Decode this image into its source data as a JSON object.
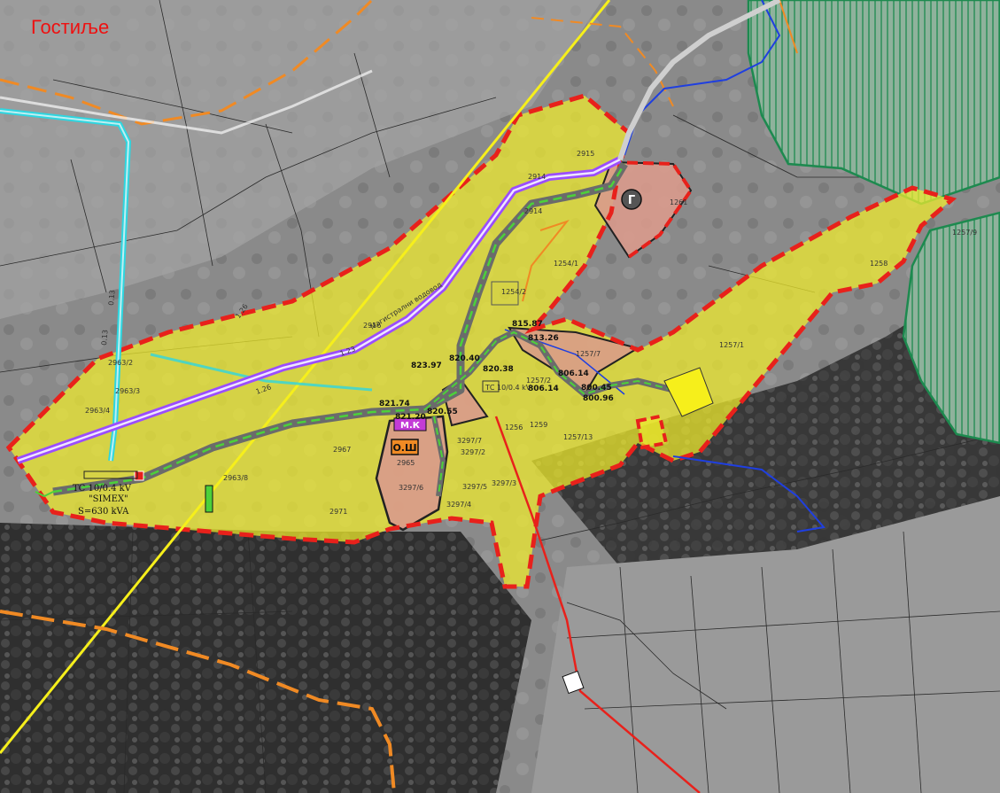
{
  "map": {
    "place_name": "Гостиље",
    "colors": {
      "boundary": "#e8211b",
      "zone_fill": "#f2ee2c",
      "public_fill": "#d99a8c",
      "forest_hatch": "#1d8a4f",
      "road_green": "#4cd13a",
      "water_main": "#9b4dff",
      "power_line": "#f6ef1b",
      "cyan_line": "#2ed6e0",
      "orange_line": "#f08a24",
      "blue_line": "#1f3fe0",
      "red_line": "#e8211b"
    },
    "symbols": {
      "cemetery": "Г",
      "school": "О.Ш",
      "local_office": "М.К"
    },
    "substation": {
      "line1": "ТС 10/0.4 kV",
      "line2": "\"SIMEX\"",
      "line3": "S=630 kVA"
    },
    "substation2": "ТС 10/0.4 kV",
    "elevations": [
      "823.97",
      "820.40",
      "820.38",
      "821.74",
      "821.20",
      "820.55",
      "815.87",
      "813.26",
      "806.14",
      "806.14",
      "800.45",
      "800.96"
    ],
    "parcels": [
      "2914",
      "2915",
      "2914",
      "1261",
      "1257/9",
      "1254/1",
      "1254/2",
      "2916",
      "2963/2",
      "2963/3",
      "2963/4",
      "2967",
      "2963/8",
      "2971",
      "2965",
      "3297/6",
      "3297/3",
      "3297/7",
      "3297/2",
      "1256",
      "1259",
      "1257/13",
      "1257/7",
      "1257/1",
      "1257/2",
      "1258",
      "3297/5",
      "3297/4"
    ],
    "line_labels": [
      "0.13",
      "0.13",
      "1.26",
      "1.26",
      "1.23"
    ],
    "pipe_label": "Магистрални водовод"
  }
}
